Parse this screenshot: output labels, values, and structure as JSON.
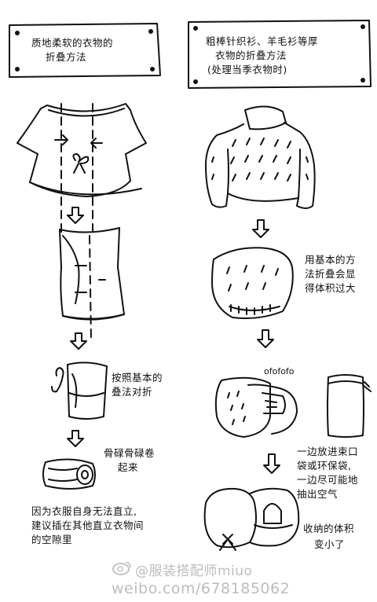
{
  "left": {
    "title_line1": "质地柔软的衣物的",
    "title_line2": "折叠方法",
    "step3_line1": "按照基本的",
    "step3_line2": "叠法对折",
    "step4_line1": "骨碌骨碌卷",
    "step4_line2": "起来",
    "bottom_line1": "因为衣服自身无法直立,",
    "bottom_line2": "建议插在其他直立衣物间",
    "bottom_line3": "的空隙里"
  },
  "right": {
    "title_line1": "粗棒针织衫、羊毛衫等厚",
    "title_line2": "衣物的折叠方法",
    "title_line3": "(处理当季衣物时)",
    "step2_line1": "用基本的方",
    "step2_line2": "法折叠会显",
    "step2_line3": "得体积过大",
    "sound": "ofofofo",
    "step3_line1": "一边放进束口",
    "step3_line2": "袋或环保袋,",
    "step3_line3": "一边尽可能地",
    "step3_line4": "抽出空气",
    "result_line1": "收纳的体积",
    "result_line2": "变小了"
  },
  "watermark": {
    "handle": "@服装搭配师miuo",
    "url": "weibo.com/678185062"
  }
}
